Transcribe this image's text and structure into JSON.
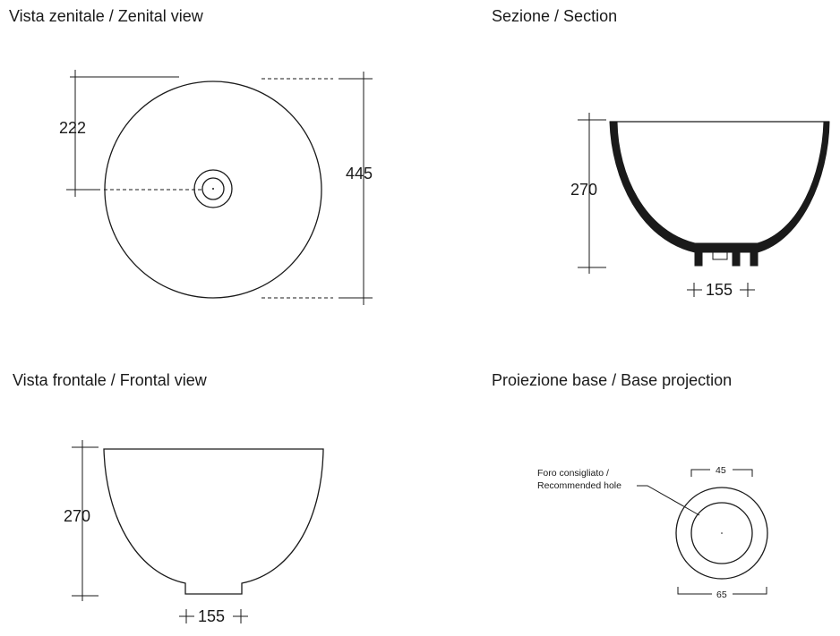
{
  "views": {
    "zenital": {
      "title": "Vista zenitale / Zenital view",
      "dim_center": "222",
      "dim_diameter": "445"
    },
    "section": {
      "title": "Sezione / Section",
      "dim_height": "270",
      "dim_base": "155"
    },
    "frontal": {
      "title": "Vista frontale / Frontal view",
      "dim_height": "270",
      "dim_base": "155"
    },
    "base": {
      "title": "Proiezione base / Base projection",
      "hole_label_1": "Foro consigliato /",
      "hole_label_2": "Recommended hole",
      "dim_inner": "45",
      "dim_outer": "65"
    }
  },
  "colors": {
    "ink": "#1a1a1a",
    "background": "#ffffff"
  }
}
